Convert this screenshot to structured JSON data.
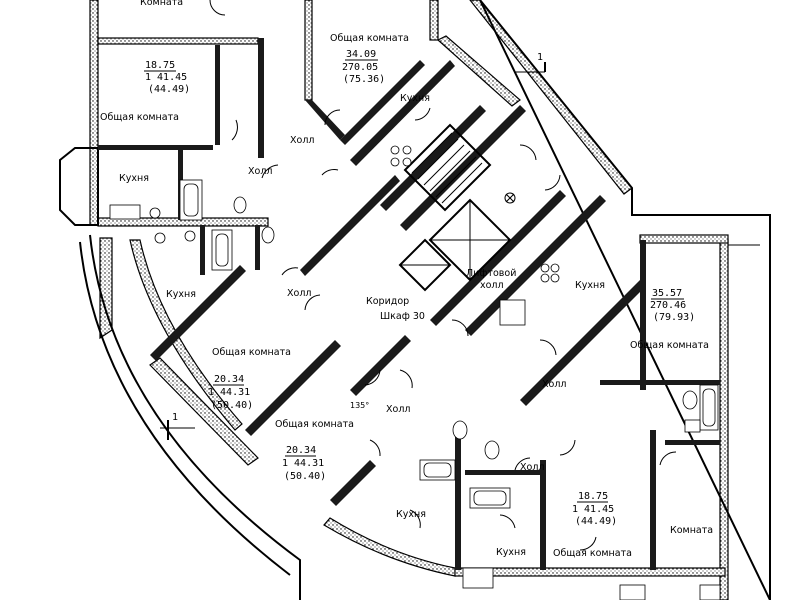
{
  "plan": {
    "section_marker": "1",
    "rooms": {
      "top_left_room": "Комната",
      "top_center_common": "Общая комната",
      "top_center_area_living": "34.09",
      "top_center_area_total": "270.05",
      "top_center_area_full": "(75.36)",
      "top_left_area_living": "18.75",
      "top_left_area_total": "1 41.45",
      "top_left_area_full": "(44.49)",
      "left_common": "Общая комната",
      "left_kitchen": "Кухня",
      "top_kitchen": "Кухня",
      "hall_top_1": "Холл",
      "hall_top_2": "Холл",
      "left_kitchen_2": "Кухня",
      "hall_left": "Холл",
      "corridor": "Коридор",
      "closet": "Шкаф 30",
      "lift_hall_1": "Лифтовой",
      "lift_hall_2": "холл",
      "right_kitchen": "Кухня",
      "right_area_living": "35.57",
      "right_area_total": "270.46",
      "right_area_full": "(79.93)",
      "right_common": "Общая комната",
      "hall_right": "Холл",
      "left_common_2": "Общая комната",
      "left2_area_living": "20.34",
      "left2_area_total": "1 44.31",
      "left2_area_full": "(50.40)",
      "center_common": "Общая комната",
      "center_area_living": "20.34",
      "center_area_total": "1 44.31",
      "center_area_full": "(50.40)",
      "angle": "135°",
      "hall_center": "Холл",
      "hall_bottom": "Холл",
      "bottom_kitchen": "Кухня",
      "bottom_kitchen_2": "Кухня",
      "bottom_area_living": "18.75",
      "bottom_area_total": "1 41.45",
      "bottom_area_full": "(44.49)",
      "bottom_common": "Общая комната",
      "bottom_right_room": "Комната"
    }
  }
}
